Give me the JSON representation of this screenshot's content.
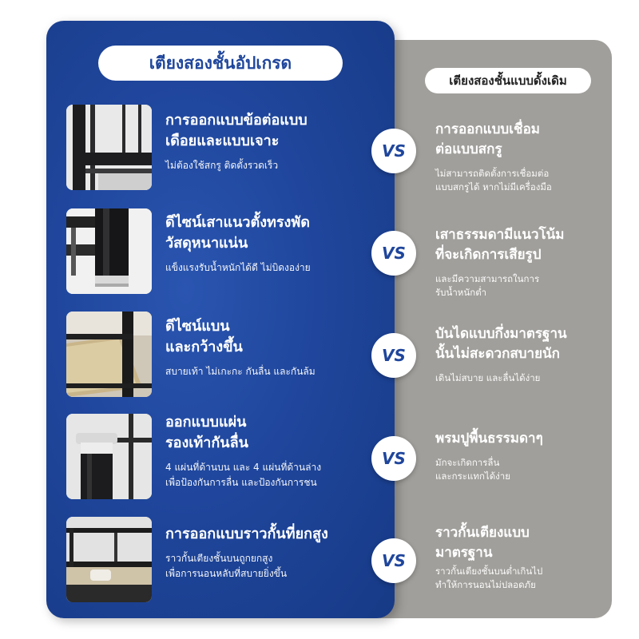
{
  "header": {
    "upgrade_title": "เตียงสองชั้นอัปเกรด",
    "traditional_title": "เตียงสองชั้นแบบดั้งเดิม"
  },
  "vs_label": "VS",
  "colors": {
    "blue": "#1f469c",
    "gray": "#a19f9b",
    "white": "#ffffff"
  },
  "rows": [
    {
      "thumb_icon": "bed-joint-photo",
      "adv_title": [
        "การออกแบบข้อต่อแบบ",
        "เดือยและแบบเจาะ"
      ],
      "adv_sub": [
        "ไม่ต้องใช้สกรู ติดตั้งรวดเร็ว"
      ],
      "dis_title": [
        "การออกแบบเชื่อม",
        "ต่อแบบสกรู"
      ],
      "dis_sub": [
        "ไม่สามารถติดตั้งการเชื่อมต่อ",
        "แบบสกรูได้ หากไม่มีเครื่องมือ"
      ]
    },
    {
      "thumb_icon": "post-foot-photo",
      "adv_title": [
        "ดีไซน์เสาแนวตั้งทรงพัด",
        "วัสดุหนาแน่น"
      ],
      "adv_sub": [
        "แข็งแรงรับน้ำหนักได้ดี ไม่บิดงอง่าย"
      ],
      "dis_title": [
        "เสาธรรมดามีแนวโน้ม",
        "ที่จะเกิดการเสียรูป"
      ],
      "dis_sub": [
        "และมีความสามารถในการ",
        "รับน้ำหนักต่ำ"
      ]
    },
    {
      "thumb_icon": "ladder-step-photo",
      "adv_title": [
        "ดีไซน์แบน",
        "และกว้างขึ้น"
      ],
      "adv_sub": [
        "สบายเท้า ไม่เกะกะ กันลื่น และกันล้ม"
      ],
      "dis_title": [
        "บันไดแบบกึ่งมาตรฐาน",
        "นั้นไม่สะดวกสบายนัก"
      ],
      "dis_sub": [
        "เดินไม่สบาย และลื่นได้ง่าย"
      ]
    },
    {
      "thumb_icon": "foot-pad-photo",
      "adv_title": [
        "ออกแบบแผ่น",
        "รองเท้ากันลื่น"
      ],
      "adv_sub": [
        "4 แผ่นที่ด้านบน และ 4 แผ่นที่ด้านล่าง",
        "เพื่อป้องกันการลื่น และป้องกันการชน"
      ],
      "dis_title": [
        "พรมปูพื้นธรรมดาๆ"
      ],
      "dis_sub": [
        "มักจะเกิดการลื่น",
        "และกระแทกได้ง่าย"
      ]
    },
    {
      "thumb_icon": "guardrail-photo",
      "adv_title": [
        "การออกแบบราวกั้นที่ยกสูง"
      ],
      "adv_sub": [
        "ราวกั้นเตียงชั้นบนถูกยกสูง",
        "เพื่อการนอนหลับที่สบายยิ่งขึ้น"
      ],
      "dis_title": [
        "ราวกั้นเตียงแบบ",
        "มาตรฐาน"
      ],
      "dis_sub": [
        "ราวกั้นเตียงชั้นบนต่ำเกินไป",
        "ทำให้การนอนไม่ปลอดภัย"
      ]
    }
  ]
}
